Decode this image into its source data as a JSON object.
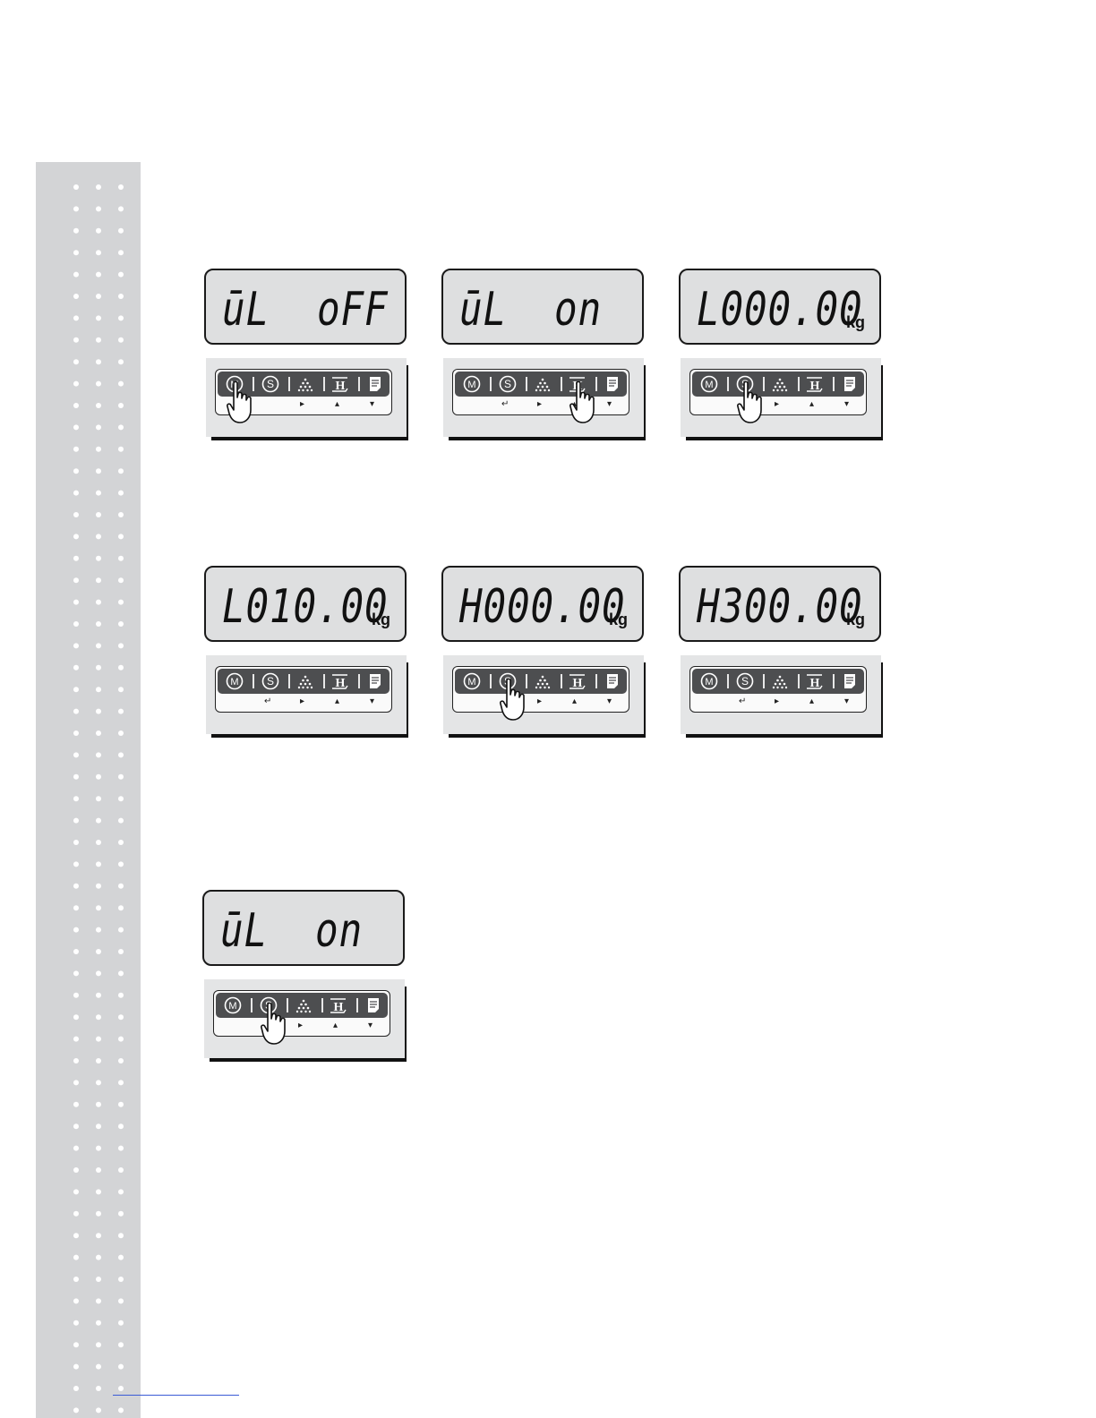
{
  "panels": [
    {
      "id": "p1",
      "text": "ūL  oFF",
      "unit": "",
      "pressed": "m-key",
      "enter": false
    },
    {
      "id": "p2",
      "text": "ūL  on",
      "unit": "",
      "pressed": "hold-key",
      "enter": true
    },
    {
      "id": "p3",
      "text": "L000.00",
      "unit": "kg",
      "pressed": "s-key",
      "enter": false
    },
    {
      "id": "p4",
      "text": "L010.00",
      "unit": "kg",
      "pressed": "",
      "enter": true
    },
    {
      "id": "p5",
      "text": "H000.00",
      "unit": "kg",
      "pressed": "s-key",
      "enter": false
    },
    {
      "id": "p6",
      "text": "H300.00",
      "unit": "kg",
      "pressed": "",
      "enter": true
    },
    {
      "id": "p7",
      "text": "ūL  on",
      "unit": "",
      "pressed": "s-key",
      "enter": false
    }
  ],
  "keys": {
    "m": "M",
    "s": "S",
    "hold": "H"
  },
  "subkeys": {
    "enter": "↵",
    "right": "▸",
    "up": "▴",
    "down": "▾"
  },
  "icons": {
    "tare": "tare-triangle-icon",
    "print": "print-icon",
    "hand": "pointing-hand-icon"
  }
}
